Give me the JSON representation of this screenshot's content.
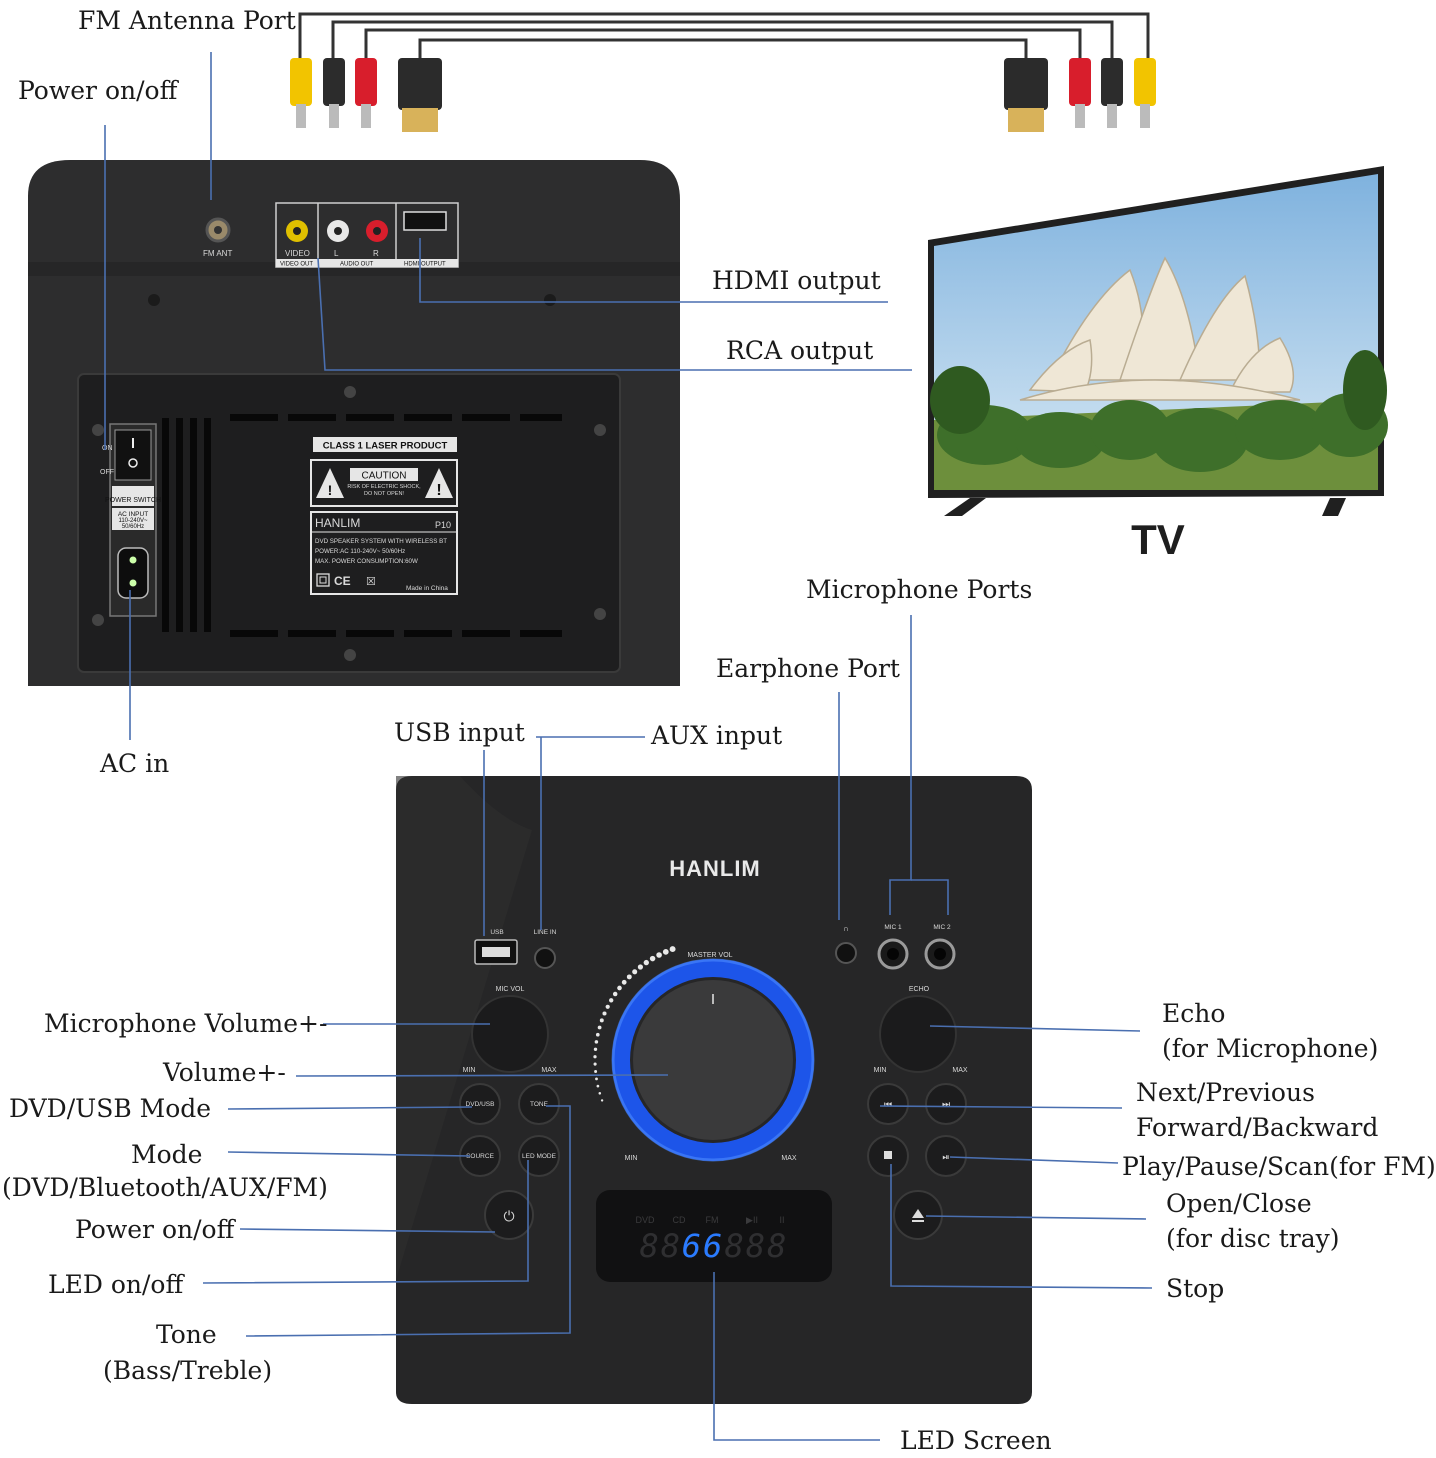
{
  "colors": {
    "leader": "#4a6fb0",
    "device": "#2a2a2b",
    "led_blue": "#2a7bff"
  },
  "callouts": {
    "fm_antenna_port": "FM Antenna Port",
    "power_on_off_rear": "Power on/off",
    "hdmi_output": "HDMI output",
    "rca_output": "RCA output",
    "ac_in": "AC in",
    "microphone_ports": "Microphone Ports",
    "earphone_port": "Earphone Port",
    "usb_input": "USB input",
    "aux_input": "AUX input",
    "microphone_volume": "Microphone Volume+-",
    "volume": "Volume+-",
    "dvd_usb_mode": "DVD/USB Mode",
    "mode_line1": "Mode",
    "mode_line2": "(DVD/Bluetooth/AUX/FM)",
    "power_on_off_front": "Power on/off",
    "led_on_off": "LED on/off",
    "tone_line1": "Tone",
    "tone_line2": "(Bass/Treble)",
    "echo_line1": "Echo",
    "echo_line2": "(for Microphone)",
    "next_prev_line1": "Next/Previous",
    "next_prev_line2": "Forward/Backward",
    "play_pause": "Play/Pause/Scan(for FM)",
    "open_close_line1": "Open/Close",
    "open_close_line2": "(for disc tray)",
    "stop": "Stop",
    "led_screen": "LED Screen"
  },
  "tv": {
    "label": "TV"
  },
  "rear_panel": {
    "fm_ant": "FM ANT",
    "video": "VIDEO",
    "l": "L",
    "r": "R",
    "video_out": "VIDEO OUT",
    "audio_out": "AUDIO OUT",
    "hdmi_output": "HDMI OUTPUT",
    "on": "ON",
    "off": "OFF",
    "power_switch": "POWER SWITCH",
    "ac_input_1": "AC INPUT",
    "ac_input_2": "110-240V~",
    "ac_input_3": "50/60Hz",
    "class1": "CLASS 1 LASER PRODUCT",
    "caution": "CAUTION",
    "caution_sub1": "RISK OF ELECTRIC SHOCK,",
    "caution_sub2": "DO NOT OPEN!",
    "brand": "HANLIM",
    "model": "P10",
    "spec1": "DVD SPEAKER SYSTEM WITH WIRELESS BT",
    "spec2": "POWER:AC 110-240V~ 50/60Hz",
    "spec3": "MAX. POWER CONSUMPTION:60W",
    "made_in": "Made in China"
  },
  "front_panel": {
    "brand": "HANLIM",
    "usb": "USB",
    "line_in": "LINE IN",
    "mic1": "MIC 1",
    "mic2": "MIC 2",
    "master_vol": "MASTER VOL",
    "mic_vol": "MIC VOL",
    "echo": "ECHO",
    "min": "MIN",
    "max": "MAX",
    "dvd_usb": "DVD/USB",
    "tone": "TONE",
    "source": "SOURCE",
    "led_mode": "LED MODE",
    "display": {
      "dvd": "DVD",
      "cd": "CD",
      "fm": "FM",
      "play": "▶II",
      "pause": "II",
      "digits": "8866888"
    }
  }
}
